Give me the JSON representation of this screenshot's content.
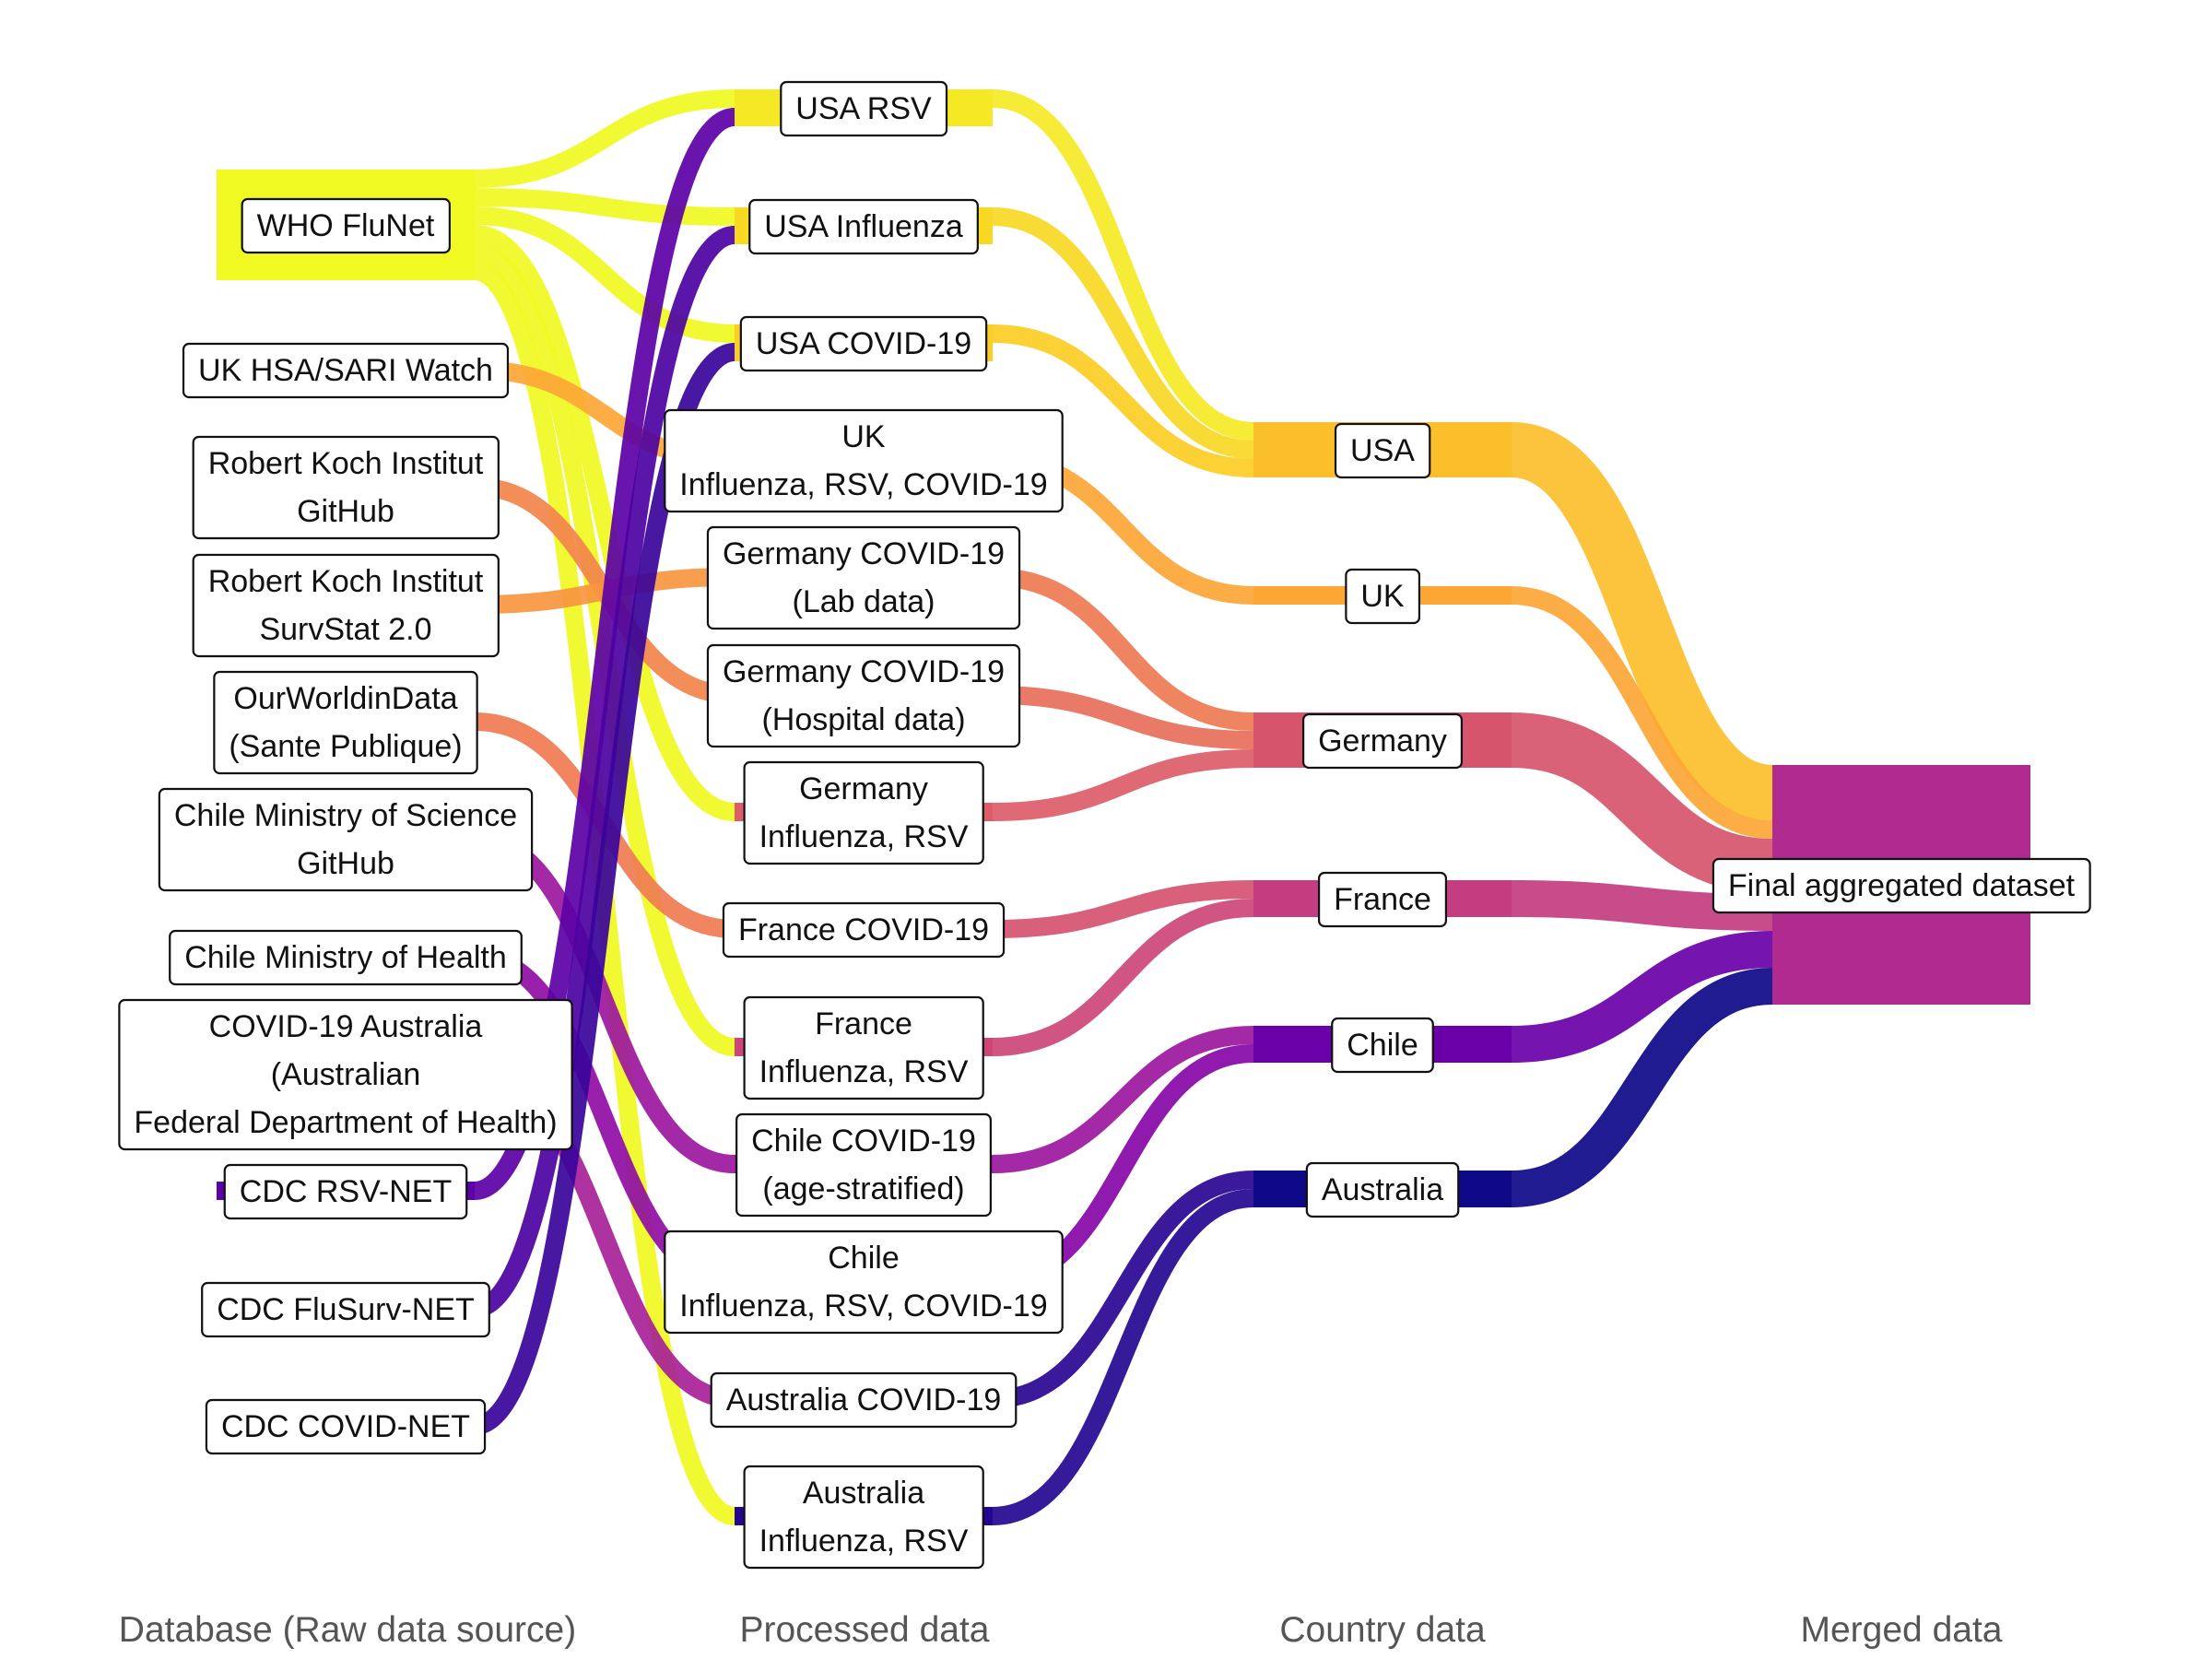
{
  "columns": [
    "Database (Raw data source)",
    "Processed data",
    "Country data",
    "Merged data"
  ],
  "nodes": [
    {
      "id": "who",
      "col": 0,
      "lines": [
        "WHO FluNet"
      ],
      "color": "#f0f921"
    },
    {
      "id": "ukhsa",
      "col": 0,
      "lines": [
        "UK HSA/SARI Watch"
      ],
      "color": "#fca636"
    },
    {
      "id": "rkig",
      "col": 0,
      "lines": [
        "Robert Koch Institut",
        "GitHub"
      ],
      "color": "#f2844b"
    },
    {
      "id": "rkis",
      "col": 0,
      "lines": [
        "Robert Koch Institut",
        "SurvStat 2.0"
      ],
      "color": "#f89540"
    },
    {
      "id": "owid",
      "col": 0,
      "lines": [
        "OurWorldinData",
        "(Sante Publique)"
      ],
      "color": "#ef7b51"
    },
    {
      "id": "chms",
      "col": 0,
      "lines": [
        "Chile Ministry of Science",
        "GitHub"
      ],
      "color": "#9c179e"
    },
    {
      "id": "chmh",
      "col": 0,
      "lines": [
        "Chile Ministry of Health"
      ],
      "color": "#8f0da4"
    },
    {
      "id": "auh",
      "col": 0,
      "lines": [
        "COVID-19 Australia",
        "(Australian",
        "Federal Department of Health)"
      ],
      "color": "#a72197"
    },
    {
      "id": "rsvnet",
      "col": 0,
      "lines": [
        "CDC RSV-NET"
      ],
      "color": "#5c01a6"
    },
    {
      "id": "flusurv",
      "col": 0,
      "lines": [
        "CDC FluSurv-NET"
      ],
      "color": "#4c02a1"
    },
    {
      "id": "covidnet",
      "col": 0,
      "lines": [
        "CDC COVID-NET"
      ],
      "color": "#3a049a"
    },
    {
      "id": "usarsv",
      "col": 1,
      "lines": [
        "USA RSV"
      ],
      "color": "#f5e926"
    },
    {
      "id": "usaflu",
      "col": 1,
      "lines": [
        "USA Influenza"
      ],
      "color": "#f9d824"
    },
    {
      "id": "usacov",
      "col": 1,
      "lines": [
        "USA COVID-19"
      ],
      "color": "#fccd25"
    },
    {
      "id": "ukall",
      "col": 1,
      "lines": [
        "UK",
        "Influenza, RSV, COVID-19"
      ],
      "color": "#fca636"
    },
    {
      "id": "gerlab",
      "col": 1,
      "lines": [
        "Germany COVID-19",
        "(Lab data)"
      ],
      "color": "#ed7953"
    },
    {
      "id": "gerhosp",
      "col": 1,
      "lines": [
        "Germany COVID-19",
        "(Hospital data)"
      ],
      "color": "#e76f5a"
    },
    {
      "id": "gerflu",
      "col": 1,
      "lines": [
        "Germany",
        "Influenza, RSV"
      ],
      "color": "#dc5c68"
    },
    {
      "id": "frcov",
      "col": 1,
      "lines": [
        "France COVID-19"
      ],
      "color": "#d5536f"
    },
    {
      "id": "frflu",
      "col": 1,
      "lines": [
        "France",
        "Influenza, RSV"
      ],
      "color": "#cc4778"
    },
    {
      "id": "chcov",
      "col": 1,
      "lines": [
        "Chile COVID-19",
        "(age-stratified)"
      ],
      "color": "#9c179e"
    },
    {
      "id": "chall",
      "col": 1,
      "lines": [
        "Chile",
        "Influenza, RSV, COVID-19"
      ],
      "color": "#8606a6"
    },
    {
      "id": "aucov",
      "col": 1,
      "lines": [
        "Australia COVID-19"
      ],
      "color": "#2a0593"
    },
    {
      "id": "auflu",
      "col": 1,
      "lines": [
        "Australia",
        "Influenza, RSV"
      ],
      "color": "#240691"
    },
    {
      "id": "usa",
      "col": 2,
      "lines": [
        "USA"
      ],
      "color": "#fbbf2b"
    },
    {
      "id": "uk",
      "col": 2,
      "lines": [
        "UK"
      ],
      "color": "#fca636"
    },
    {
      "id": "germany",
      "col": 2,
      "lines": [
        "Germany"
      ],
      "color": "#d6556d"
    },
    {
      "id": "france",
      "col": 2,
      "lines": [
        "France"
      ],
      "color": "#c33d80"
    },
    {
      "id": "chile",
      "col": 2,
      "lines": [
        "Chile"
      ],
      "color": "#6a00a8"
    },
    {
      "id": "australia",
      "col": 2,
      "lines": [
        "Australia"
      ],
      "color": "#0d0887"
    },
    {
      "id": "final",
      "col": 3,
      "lines": [
        "Final aggregated dataset"
      ],
      "color": "#b12a90"
    }
  ],
  "links": [
    {
      "source": "who",
      "target": "usarsv",
      "value": 1,
      "color": "#f0f921"
    },
    {
      "source": "who",
      "target": "usaflu",
      "value": 1,
      "color": "#f0f921"
    },
    {
      "source": "who",
      "target": "usacov",
      "value": 1,
      "color": "#f0f921"
    },
    {
      "source": "who",
      "target": "gerflu",
      "value": 1,
      "color": "#f0f921"
    },
    {
      "source": "who",
      "target": "frflu",
      "value": 1,
      "color": "#f0f921"
    },
    {
      "source": "who",
      "target": "auflu",
      "value": 1,
      "color": "#f0f921"
    },
    {
      "source": "ukhsa",
      "target": "ukall",
      "value": 1,
      "color": "#fca636"
    },
    {
      "source": "rkig",
      "target": "gerhosp",
      "value": 1,
      "color": "#f2844b"
    },
    {
      "source": "rkis",
      "target": "gerlab",
      "value": 1,
      "color": "#f89540"
    },
    {
      "source": "owid",
      "target": "frcov",
      "value": 1,
      "color": "#ef7b51"
    },
    {
      "source": "chms",
      "target": "chcov",
      "value": 1,
      "color": "#9c179e"
    },
    {
      "source": "chmh",
      "target": "chall",
      "value": 1,
      "color": "#8f0da4"
    },
    {
      "source": "auh",
      "target": "aucov",
      "value": 1,
      "color": "#a72197"
    },
    {
      "source": "rsvnet",
      "target": "usarsv",
      "value": 1,
      "color": "#5c01a6"
    },
    {
      "source": "flusurv",
      "target": "usaflu",
      "value": 1,
      "color": "#4c02a1"
    },
    {
      "source": "covidnet",
      "target": "usacov",
      "value": 1,
      "color": "#3a049a"
    },
    {
      "source": "usarsv",
      "target": "usa",
      "value": 1,
      "color": "#f5e926"
    },
    {
      "source": "usaflu",
      "target": "usa",
      "value": 1,
      "color": "#f9d824"
    },
    {
      "source": "usacov",
      "target": "usa",
      "value": 1,
      "color": "#fccd25"
    },
    {
      "source": "ukall",
      "target": "uk",
      "value": 1,
      "color": "#fca636"
    },
    {
      "source": "gerlab",
      "target": "germany",
      "value": 1,
      "color": "#ed7953"
    },
    {
      "source": "gerhosp",
      "target": "germany",
      "value": 1,
      "color": "#e76f5a"
    },
    {
      "source": "gerflu",
      "target": "germany",
      "value": 1,
      "color": "#dc5c68"
    },
    {
      "source": "frcov",
      "target": "france",
      "value": 1,
      "color": "#d5536f"
    },
    {
      "source": "frflu",
      "target": "france",
      "value": 1,
      "color": "#cc4778"
    },
    {
      "source": "chcov",
      "target": "chile",
      "value": 1,
      "color": "#9c179e"
    },
    {
      "source": "chall",
      "target": "chile",
      "value": 1,
      "color": "#8606a6"
    },
    {
      "source": "aucov",
      "target": "australia",
      "value": 1,
      "color": "#2a0593"
    },
    {
      "source": "auflu",
      "target": "australia",
      "value": 1,
      "color": "#240691"
    },
    {
      "source": "usa",
      "target": "final",
      "value": 3,
      "color": "#fbbf2b"
    },
    {
      "source": "uk",
      "target": "final",
      "value": 1,
      "color": "#fca636"
    },
    {
      "source": "germany",
      "target": "final",
      "value": 3,
      "color": "#d6556d"
    },
    {
      "source": "france",
      "target": "final",
      "value": 2,
      "color": "#c33d80"
    },
    {
      "source": "chile",
      "target": "final",
      "value": 2,
      "color": "#6a00a8"
    },
    {
      "source": "australia",
      "target": "final",
      "value": 2,
      "color": "#0d0887"
    }
  ]
}
